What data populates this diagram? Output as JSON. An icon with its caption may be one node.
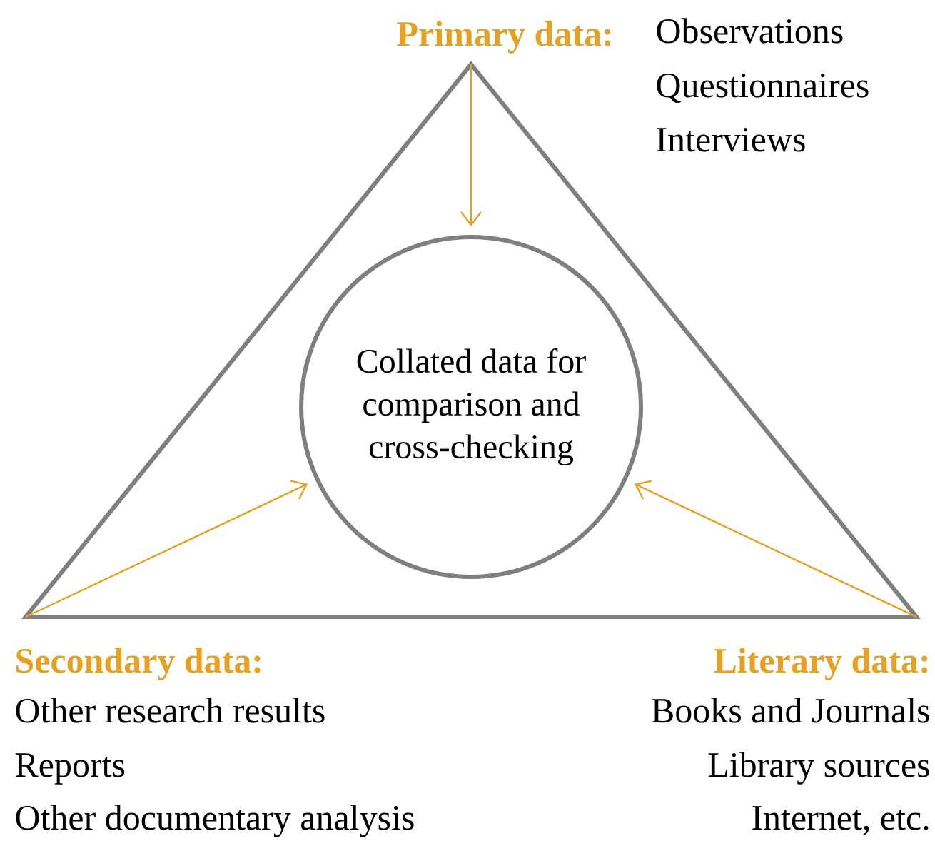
{
  "diagram": {
    "nodes": [
      {
        "text": [],
        "shape": "triangle"
      },
      {
        "text": [
          "Collated data for comparison and cross-checking"
        ],
        "in": 0
      }
    ],
    "edges": [
      {
        "from": 0,
        "to": 1,
        "arrow": "to",
        "color": "#e8a020"
      },
      {
        "from": 0,
        "to": 1,
        "arrow": "to",
        "color": "#e8a020"
      },
      {
        "from": 0,
        "to": 1,
        "arrow": "to",
        "color": "#e8a020"
      }
    ],
    "labels": [
      "Primary data:",
      "Observations",
      "Questionnaires",
      "Interviews",
      "Secondary data:",
      "Other research results",
      "Reports",
      "Other documentary analysis",
      "Literary data:",
      "Books and Journals",
      "Library sources",
      "Internet, etc."
    ]
  }
}
